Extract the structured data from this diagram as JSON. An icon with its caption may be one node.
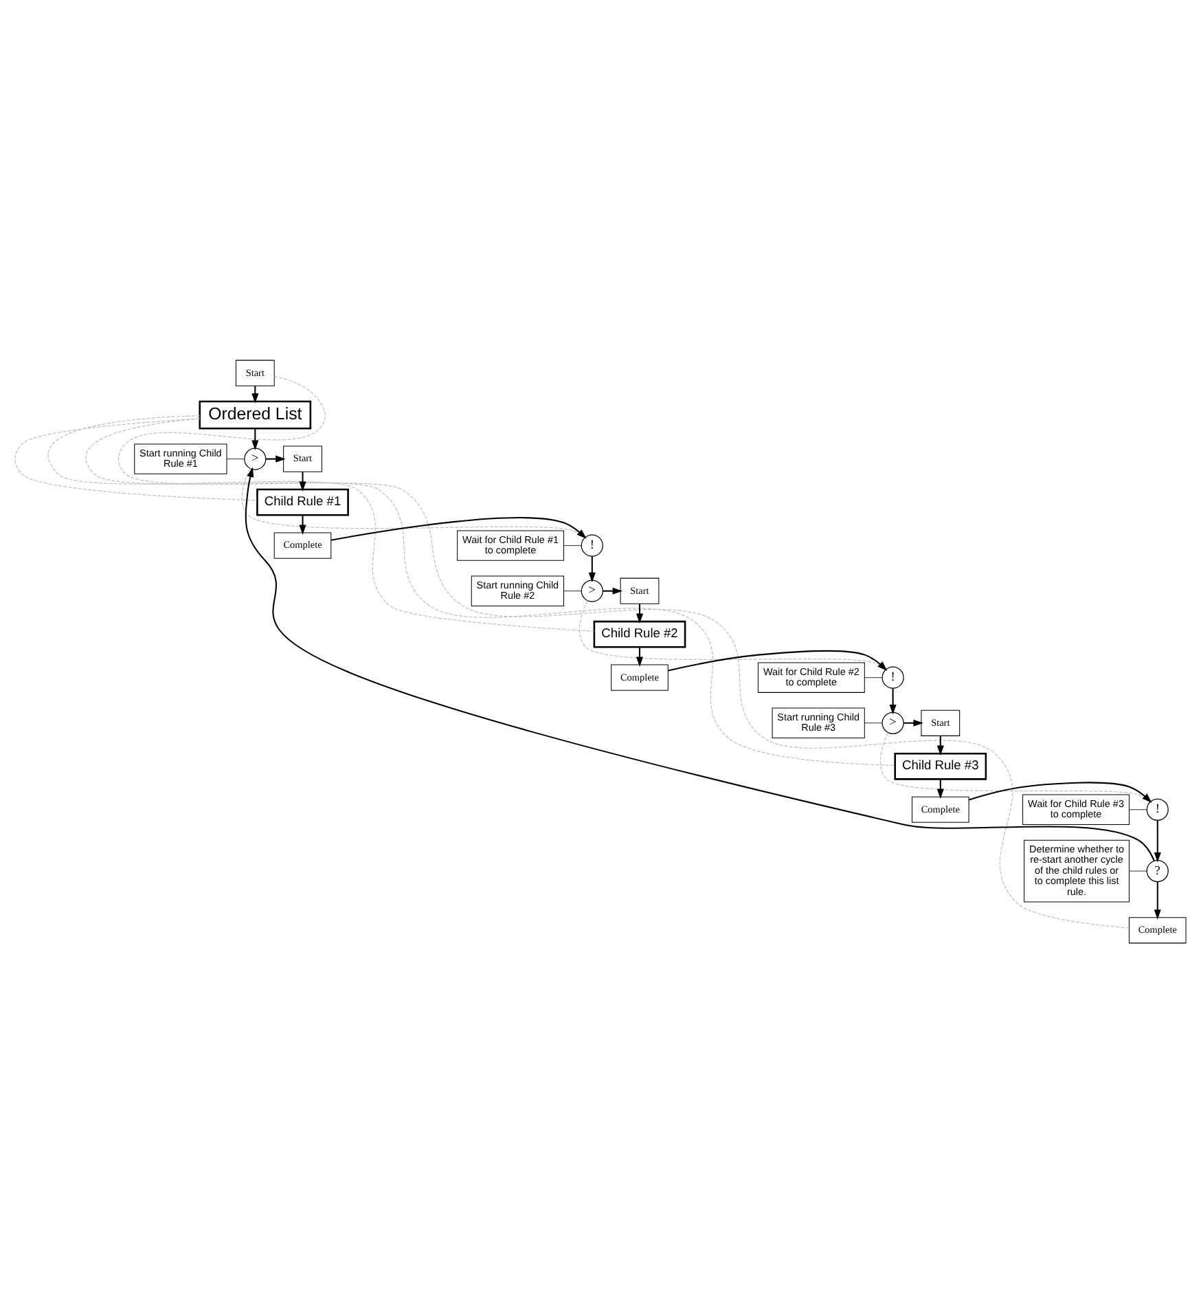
{
  "diagram": {
    "nodes": [
      {
        "text": [
          "Start"
        ]
      },
      {
        "text": [
          "Ordered List"
        ]
      },
      {
        "text": [
          "Start running Child Rule #1"
        ]
      },
      {
        "text": [
          ">"
        ]
      },
      {
        "text": [
          "Start"
        ]
      },
      {
        "text": [
          "Child Rule #1"
        ]
      },
      {
        "text": [
          "Complete"
        ]
      },
      {
        "text": [
          "Wait for Child Rule #1 to complete"
        ]
      },
      {
        "text": [
          "!"
        ]
      },
      {
        "text": [
          "Start running Child Rule #2"
        ]
      },
      {
        "text": [
          ">"
        ]
      },
      {
        "text": [
          "Start"
        ]
      },
      {
        "text": [
          "Child Rule #2"
        ]
      },
      {
        "text": [
          "Complete"
        ]
      },
      {
        "text": [
          "Wait for Child Rule #2 to complete"
        ]
      },
      {
        "text": [
          "!"
        ]
      },
      {
        "text": [
          "Start running Child Rule #3"
        ]
      },
      {
        "text": [
          ">"
        ]
      },
      {
        "text": [
          "Start"
        ]
      },
      {
        "text": [
          "Child Rule #3"
        ]
      },
      {
        "text": [
          "Complete"
        ]
      },
      {
        "text": [
          "Wait for Child Rule #3 to complete"
        ]
      },
      {
        "text": [
          "!"
        ]
      },
      {
        "text": [
          "?"
        ]
      },
      {
        "text": [
          "Determine whether to re-start another cycle of the child rules or to complete this list rule."
        ]
      },
      {
        "text": [
          "Complete"
        ]
      }
    ],
    "edges": [
      {
        "from": 0,
        "to": 1,
        "arrow": "to"
      },
      {
        "from": 1,
        "to": 3,
        "arrow": "to"
      },
      {
        "from": 2,
        "to": 3,
        "arrow": "none"
      },
      {
        "from": 3,
        "to": 4,
        "arrow": "to"
      },
      {
        "from": 4,
        "to": 5,
        "arrow": "to"
      },
      {
        "from": 5,
        "to": 6,
        "arrow": "to"
      },
      {
        "from": 6,
        "to": 8,
        "arrow": "to"
      },
      {
        "from": 7,
        "to": 8,
        "arrow": "none"
      },
      {
        "from": 8,
        "to": 10,
        "arrow": "to"
      },
      {
        "from": 9,
        "to": 10,
        "arrow": "none"
      },
      {
        "from": 10,
        "to": 11,
        "arrow": "to"
      },
      {
        "from": 11,
        "to": 12,
        "arrow": "to"
      },
      {
        "from": 12,
        "to": 13,
        "arrow": "to"
      },
      {
        "from": 13,
        "to": 15,
        "arrow": "to"
      },
      {
        "from": 14,
        "to": 15,
        "arrow": "none"
      },
      {
        "from": 15,
        "to": 17,
        "arrow": "to"
      },
      {
        "from": 16,
        "to": 17,
        "arrow": "none"
      },
      {
        "from": 17,
        "to": 18,
        "arrow": "to"
      },
      {
        "from": 18,
        "to": 19,
        "arrow": "to"
      },
      {
        "from": 19,
        "to": 20,
        "arrow": "to"
      },
      {
        "from": 20,
        "to": 22,
        "arrow": "to"
      },
      {
        "from": 21,
        "to": 22,
        "arrow": "none"
      },
      {
        "from": 22,
        "to": 23,
        "arrow": "to"
      },
      {
        "from": 24,
        "to": 23,
        "arrow": "none"
      },
      {
        "from": 23,
        "to": 3,
        "arrow": "to"
      },
      {
        "from": 23,
        "to": 25,
        "arrow": "to"
      },
      {
        "from": 1,
        "to": 5,
        "arrow": "none",
        "style": "dashed",
        "color": "#c0c0c0"
      },
      {
        "from": 1,
        "to": 12,
        "arrow": "none",
        "style": "dashed",
        "color": "#c0c0c0"
      },
      {
        "from": 1,
        "to": 19,
        "arrow": "none",
        "style": "dashed",
        "color": "#c0c0c0"
      },
      {
        "from": 0,
        "to": 25,
        "arrow": "none",
        "style": "dashed",
        "color": "#c0c0c0"
      },
      {
        "from": 3,
        "to": 8,
        "arrow": "none",
        "style": "dashed",
        "color": "#c0c0c0"
      },
      {
        "from": 10,
        "to": 15,
        "arrow": "none",
        "style": "dashed",
        "color": "#c0c0c0"
      },
      {
        "from": 17,
        "to": 22,
        "arrow": "none",
        "style": "dashed",
        "color": "#c0c0c0"
      }
    ]
  }
}
